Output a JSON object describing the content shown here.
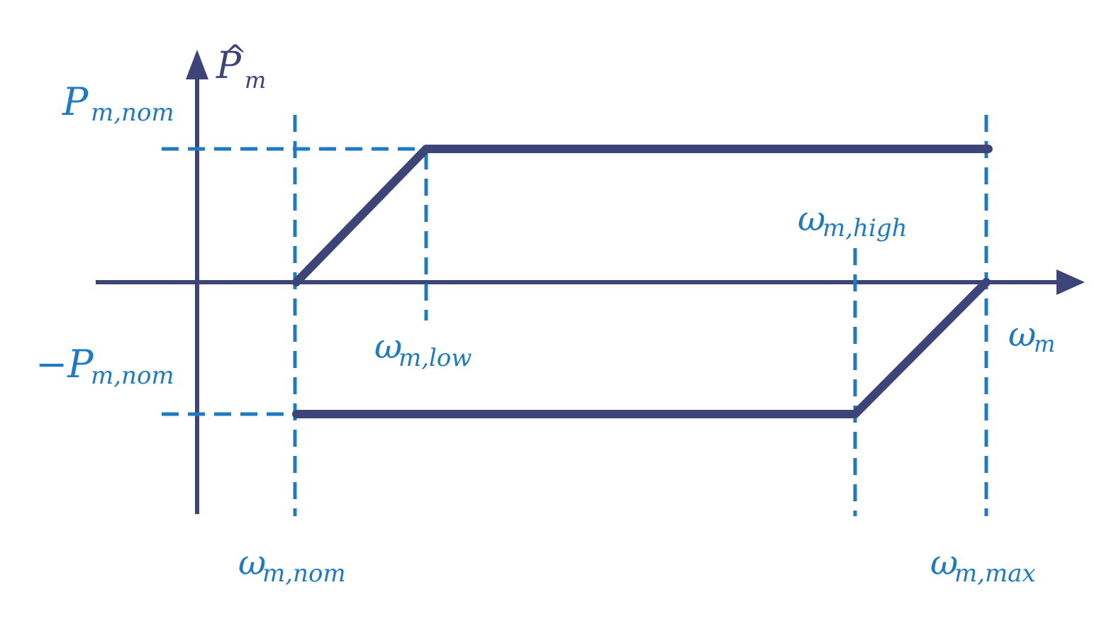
{
  "colors": {
    "axis": "#3d4478",
    "curve": "#3d4478",
    "guide": "#1f7ac4",
    "label": "#1f7ac4",
    "background": "#ffffff"
  },
  "axes": {
    "y_label_main": "P",
    "y_label_hat": "^",
    "y_label_sub": "m",
    "x_label_main": "ω",
    "x_label_sub": "m"
  },
  "labels": {
    "p_nom": {
      "main": "P",
      "sub": "m,nom"
    },
    "neg_p_nom": {
      "main": "−P",
      "sub": "m,nom"
    },
    "w_nom": {
      "main": "ω",
      "sub": "m,nom"
    },
    "w_low": {
      "main": "ω",
      "sub": "m,low"
    },
    "w_high": {
      "main": "ω",
      "sub": "m,high"
    },
    "w_max": {
      "main": "ω",
      "sub": "m,max"
    }
  }
}
